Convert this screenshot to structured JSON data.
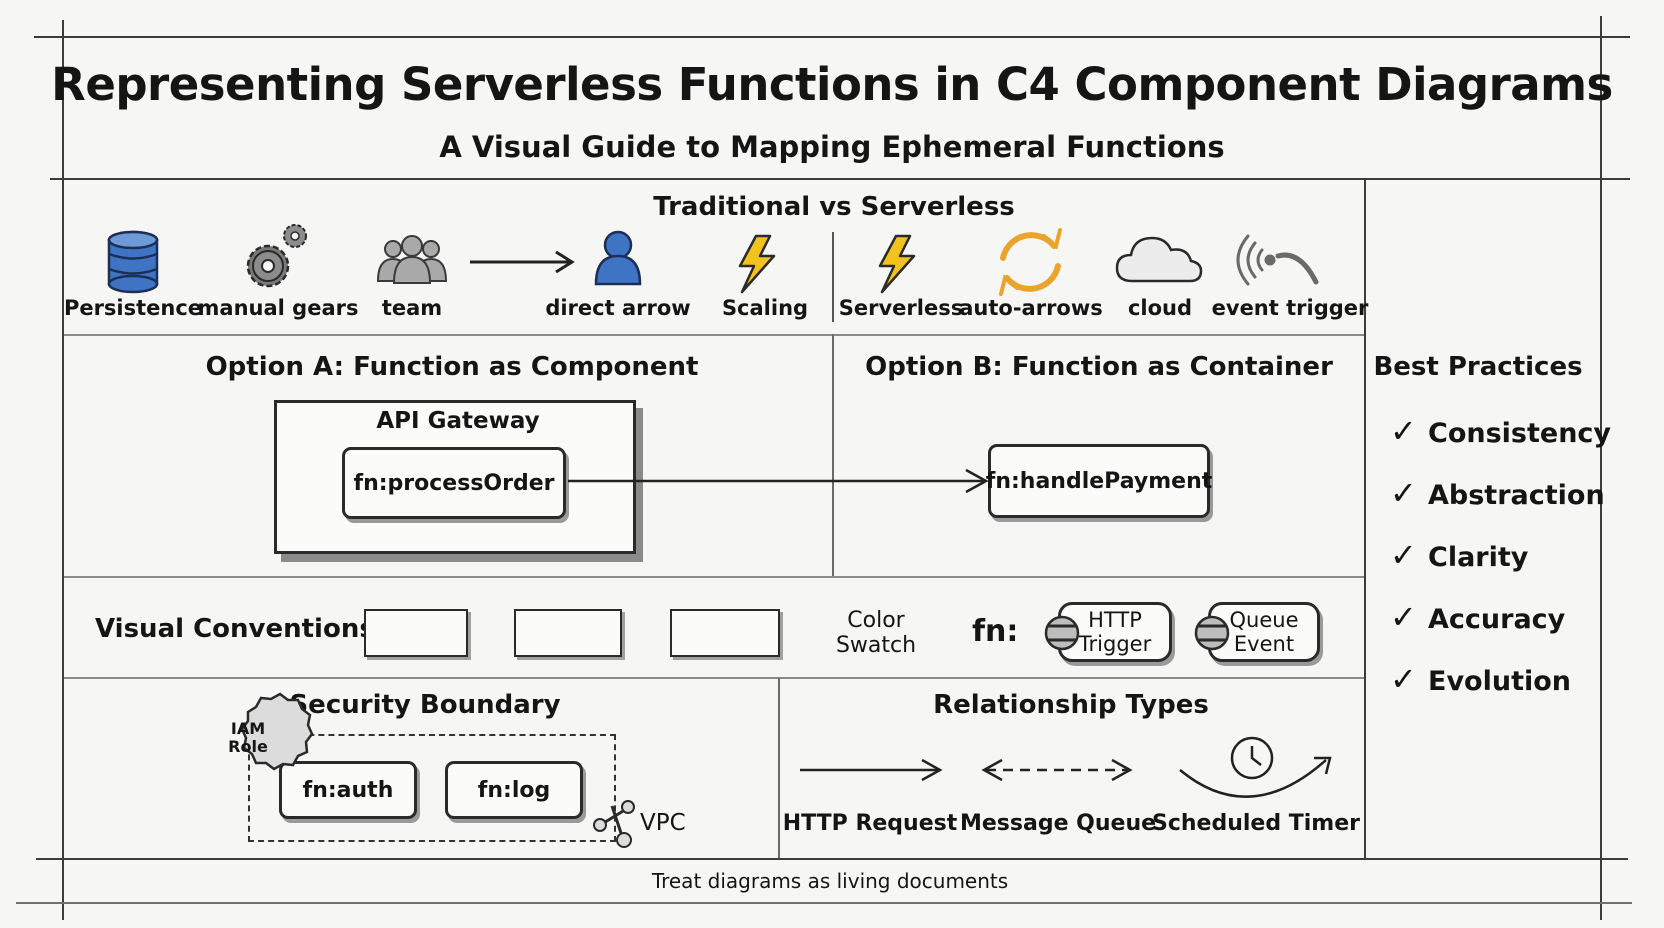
{
  "title": "Representing Serverless Functions in C4 Component Diagrams",
  "subtitle": "A Visual Guide to Mapping Ephemeral Functions",
  "comparison": {
    "title": "Traditional vs Serverless",
    "icons": [
      {
        "icon": "database-icon",
        "label": "Persistence"
      },
      {
        "icon": "gears-icon",
        "label": "manual gears"
      },
      {
        "icon": "team-icon",
        "label": "team"
      },
      {
        "icon": "person-icon",
        "label": "direct arrow"
      },
      {
        "icon": "lightning-icon",
        "label": "Scaling"
      },
      {
        "icon": "lightning-icon",
        "label": "Serverless"
      },
      {
        "icon": "sync-arrows-icon",
        "label": "auto-arrows"
      },
      {
        "icon": "cloud-icon",
        "label": "cloud"
      },
      {
        "icon": "signal-icon",
        "label": "event trigger"
      }
    ]
  },
  "option_a": {
    "title": "Option A: Function as Component",
    "container": "API Gateway",
    "function": "fn:processOrder"
  },
  "option_b": {
    "title": "Option B: Function as Container",
    "function": "fn:handlePayment"
  },
  "conventions": {
    "title": "Visual Conventions",
    "swatch_label_1": "Color",
    "swatch_label_2": "Swatch",
    "prefix": "fn:",
    "triggers": [
      {
        "line1": "HTTP",
        "line2": "Trigger"
      },
      {
        "line1": "Queue",
        "line2": "Event"
      }
    ]
  },
  "security": {
    "title": "Security Boundary",
    "badge_1": "IAM",
    "badge_2": "Role",
    "functions": [
      "fn:auth",
      "fn:log"
    ],
    "network": "VPC"
  },
  "relationships": {
    "title": "Relationship Types",
    "types": [
      "HTTP Request",
      "Message Queue",
      "Scheduled Timer"
    ]
  },
  "best_practices": {
    "title": "Best Practices",
    "items": [
      "Consistency",
      "Abstraction",
      "Clarity",
      "Accuracy",
      "Evolution"
    ],
    "check_glyph": "✓"
  },
  "footer": "Treat diagrams as living documents",
  "colors": {
    "blue": "#3f74c4",
    "yellow": "#f2c21e",
    "orange": "#e9a42e",
    "gray": "#6d6d6d",
    "ink": "#1c1c1c"
  }
}
